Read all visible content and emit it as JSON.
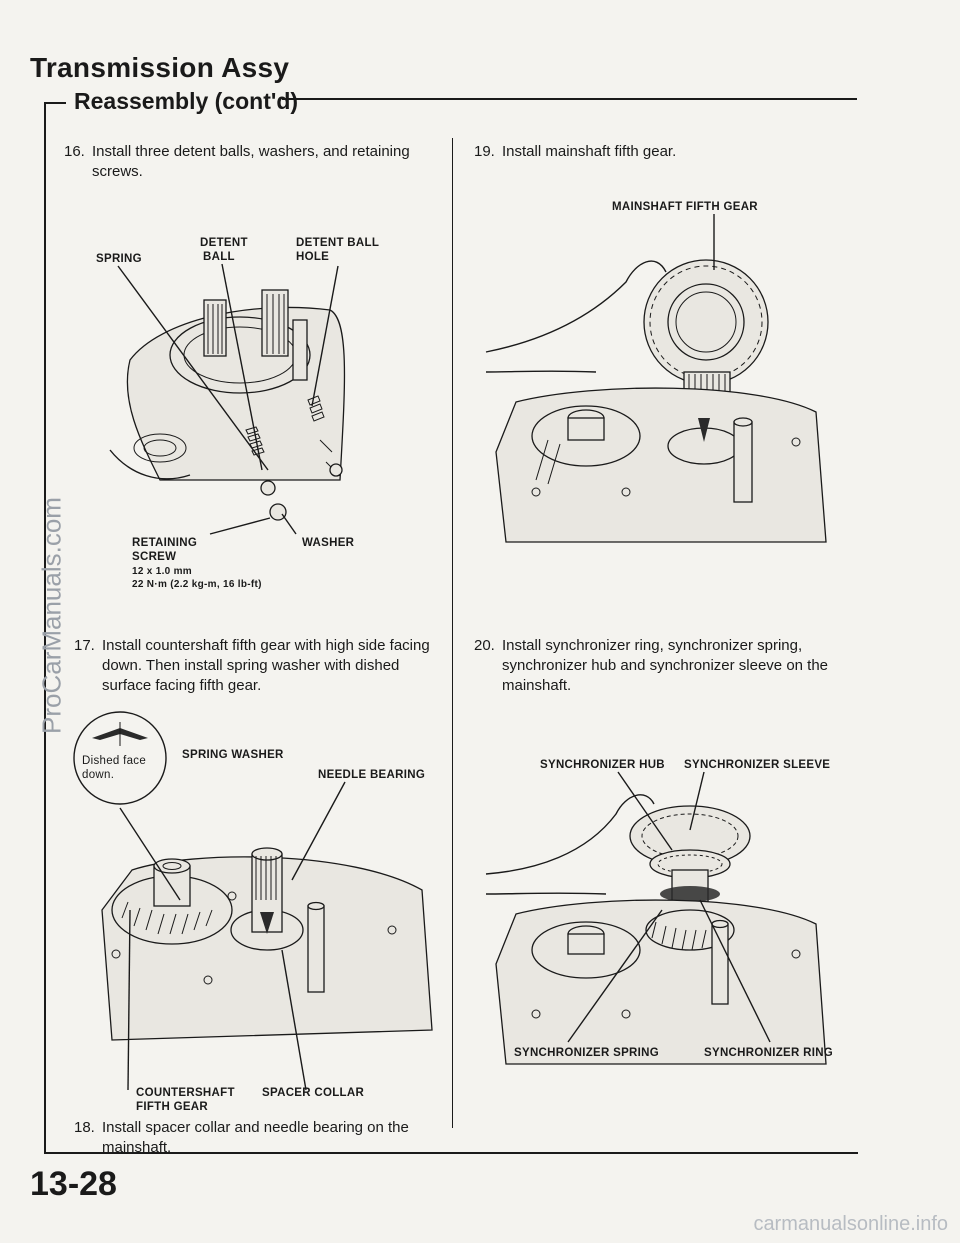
{
  "header": {
    "title": "Transmission Assy",
    "subtitle": "Reassembly (cont'd)"
  },
  "steps": [
    {
      "num": "16.",
      "text": "Install three detent balls, washers, and retaining screws."
    },
    {
      "num": "17.",
      "text": "Install countershaft fifth gear with high side facing down. Then install spring washer with dished surface facing fifth gear."
    },
    {
      "num": "18.",
      "text": "Install spacer collar and needle bearing on the mainshaft."
    },
    {
      "num": "19.",
      "text": "Install mainshaft fifth gear."
    },
    {
      "num": "20.",
      "text": "Install synchronizer ring, synchronizer spring, synchronizer hub and synchronizer sleeve on the mainshaft."
    }
  ],
  "fig16": {
    "spring": "SPRING",
    "detent_ball_1": "DETENT",
    "detent_ball_2": "BALL",
    "detent_hole_1": "DETENT BALL",
    "detent_hole_2": "HOLE",
    "retaining_1": "RETAINING",
    "retaining_2": "SCREW",
    "retaining_3": "12 x 1.0 mm",
    "retaining_4": "22 N·m (2.2 kg-m, 16 lb-ft)",
    "washer": "WASHER"
  },
  "fig17": {
    "dished_1": "Dished face",
    "dished_2": "down.",
    "spring_washer": "SPRING WASHER",
    "needle_bearing": "NEEDLE BEARING",
    "counter_1": "COUNTERSHAFT",
    "counter_2": "FIFTH GEAR",
    "spacer": "SPACER COLLAR"
  },
  "fig19": {
    "mainshaft": "MAINSHAFT FIFTH GEAR"
  },
  "fig20": {
    "hub": "SYNCHRONIZER HUB",
    "sleeve": "SYNCHRONIZER SLEEVE",
    "spring": "SYNCHRONIZER SPRING",
    "ring": "SYNCHRONIZER RING"
  },
  "page_number": "13-28",
  "watermark_side": "ProCarManuals.com",
  "watermark_footer": "carmanualsonline.info"
}
